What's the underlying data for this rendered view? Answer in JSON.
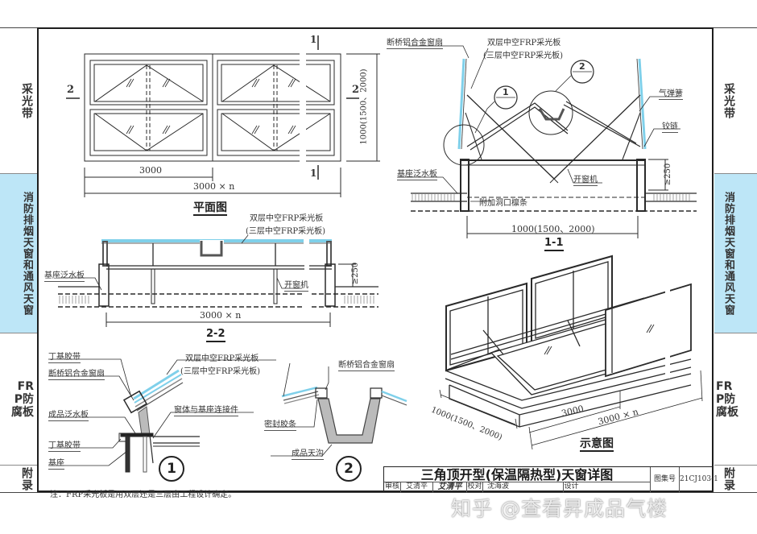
{
  "side_tabs": {
    "left": [
      {
        "label": "采光带",
        "active": false
      },
      {
        "label": "消防排烟天窗和通风天窗",
        "active": true
      },
      {
        "label": "FRP防腐板",
        "active": false
      },
      {
        "label": "附录",
        "active": false
      }
    ],
    "right": [
      {
        "label": "采光带",
        "active": false
      },
      {
        "label": "消防排烟天窗和通风天窗",
        "active": true
      },
      {
        "label": "FRP防腐板",
        "active": false
      },
      {
        "label": "附录",
        "active": false
      }
    ],
    "frp_prefix": "FRP",
    "frp_rest": "防腐板",
    "active_color": "#bde6f7"
  },
  "plan_view": {
    "title": "平面图",
    "section_mark_2": "2",
    "section_mark_1": "1",
    "dim_unit": "3000",
    "dim_total": "3000 × n",
    "dim_height": "1000(1500、2000)"
  },
  "section_1_1": {
    "title": "1-1",
    "label_sash": "断桥铝合金窗扇",
    "label_panel": "双层中空FRP采光板",
    "label_panel_alt": "(三层中空FRP采光板)",
    "label_gas_spring": "气弹簧",
    "label_hinge": "铰链",
    "label_flashing": "基座泛水板",
    "label_opener": "开窗机",
    "label_purlin": "附加洞口檩条",
    "dim_height": "≥250",
    "dim_width": "1000(1500、2000)",
    "detail_ref_1": "1",
    "detail_ref_2": "2",
    "detail_ref_sub": "-"
  },
  "section_2_2": {
    "title": "2-2",
    "label_panel": "双层中空FRP采光板",
    "label_panel_alt": "(三层中空FRP采光板)",
    "label_flashing": "基座泛水板",
    "label_opener": "开窗机",
    "dim_height": "≥250",
    "dim_width": "3000 × n"
  },
  "detail_1": {
    "number": "1",
    "label_tape_top": "丁基胶带",
    "label_sash": "断桥铝合金窗扇",
    "label_panel": "双层中空FRP采光板",
    "label_panel_alt": "(三层中空FRP采光板)",
    "label_connector": "窗体与基座连接件",
    "label_flashing": "成品泛水板",
    "label_tape_bottom": "丁基胶带",
    "label_base": "基座"
  },
  "detail_2": {
    "number": "2",
    "label_sash": "断桥铝合金窗扇",
    "label_seal": "密封胶条",
    "label_gutter": "成品天沟"
  },
  "iso_view": {
    "title": "示意图",
    "dim_depth": "1000(1500、2000)",
    "dim_unit": "3000",
    "dim_total": "3000 × n"
  },
  "note": "注：FRP采光板是用双层还是三层由工程设计确定。",
  "title_block": {
    "title": "三角顶开型(保温隔热型)天窗详图",
    "atlas_label": "图集号",
    "atlas_no": "21CJ103-1",
    "review_label": "审核",
    "review_name": "艾清平",
    "review_sign": "艾清平",
    "check_label": "校对",
    "check_name": "沈海波",
    "design_label": "设计"
  },
  "watermark": "知乎 @查看昇成品气楼",
  "colors": {
    "line": "#2a2a2a",
    "glass": "#7fd0ea",
    "hatch": "#555555"
  }
}
